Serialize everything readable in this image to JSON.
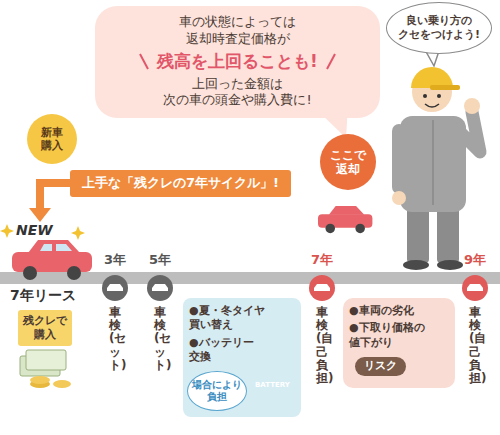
{
  "diagram": {
    "nodes": [
      {
        "text": [
          "車の状態によっては 返却時査定価格が",
          "残高を上回ることも!",
          "上回った金額は 次の車の頭金や購入費に!"
        ]
      },
      {
        "text": [
          "良い乗り方の クセをつけよう!"
        ]
      },
      {
        "text": [
          "新車購入"
        ]
      },
      {
        "text": [
          "上手な「残クレの7年サイクル」!"
        ]
      },
      {
        "text": [
          "ここで返却"
        ]
      },
      {
        "text": [
          "残クレで購入"
        ]
      },
      {
        "text": [
          "●夏・冬タイヤ 買い替え",
          "●バッテリー 交換"
        ]
      },
      {
        "text": [
          "場合により 負担"
        ],
        "in": 6
      },
      {
        "text": [
          "●車両の劣化",
          "●下取り価格の 値下がり"
        ]
      },
      {
        "text": [
          "リスク"
        ],
        "in": 8
      }
    ],
    "labels": [
      "NEW",
      "7年リース",
      "3年",
      "5年",
      "7年",
      "9年",
      "車検(セット)",
      "車検(セット)",
      "車検(自己負担)",
      "車検(自己負担)",
      "BATTERY"
    ]
  }
}
